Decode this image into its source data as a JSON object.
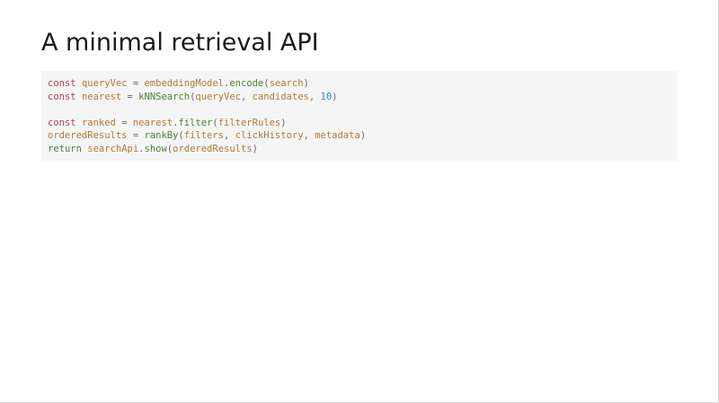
{
  "slide": {
    "title": "A minimal retrieval API"
  },
  "code": {
    "lines": [
      {
        "tokens": [
          {
            "t": "kw",
            "v": "const"
          },
          {
            "t": "pl",
            "v": " "
          },
          {
            "t": "id",
            "v": "queryVec"
          },
          {
            "t": "pl",
            "v": " = "
          },
          {
            "t": "id",
            "v": "embeddingModel"
          },
          {
            "t": "pl",
            "v": "."
          },
          {
            "t": "fn",
            "v": "encode"
          },
          {
            "t": "pl",
            "v": "("
          },
          {
            "t": "id",
            "v": "search"
          },
          {
            "t": "pl",
            "v": ")"
          }
        ]
      },
      {
        "tokens": [
          {
            "t": "kw",
            "v": "const"
          },
          {
            "t": "pl",
            "v": " "
          },
          {
            "t": "id",
            "v": "nearest"
          },
          {
            "t": "pl",
            "v": " = "
          },
          {
            "t": "fn",
            "v": "kNNSearch"
          },
          {
            "t": "pl",
            "v": "("
          },
          {
            "t": "id",
            "v": "queryVec"
          },
          {
            "t": "pl",
            "v": ", "
          },
          {
            "t": "id",
            "v": "candidates"
          },
          {
            "t": "pl",
            "v": ", "
          },
          {
            "t": "num",
            "v": "10"
          },
          {
            "t": "pl",
            "v": ")"
          }
        ]
      },
      {
        "tokens": []
      },
      {
        "tokens": [
          {
            "t": "kw",
            "v": "const"
          },
          {
            "t": "pl",
            "v": " "
          },
          {
            "t": "id",
            "v": "ranked"
          },
          {
            "t": "pl",
            "v": " = "
          },
          {
            "t": "id",
            "v": "nearest"
          },
          {
            "t": "pl",
            "v": "."
          },
          {
            "t": "fn",
            "v": "filter"
          },
          {
            "t": "pl",
            "v": "("
          },
          {
            "t": "id",
            "v": "filterRules"
          },
          {
            "t": "pl",
            "v": ")"
          }
        ]
      },
      {
        "tokens": [
          {
            "t": "id",
            "v": "orderedResults"
          },
          {
            "t": "pl",
            "v": " = "
          },
          {
            "t": "fn",
            "v": "rankBy"
          },
          {
            "t": "pl",
            "v": "("
          },
          {
            "t": "id",
            "v": "filters"
          },
          {
            "t": "pl",
            "v": ", "
          },
          {
            "t": "id",
            "v": "clickHistory"
          },
          {
            "t": "pl",
            "v": ", "
          },
          {
            "t": "id",
            "v": "metadata"
          },
          {
            "t": "pl",
            "v": ")"
          }
        ]
      },
      {
        "tokens": [
          {
            "t": "fn",
            "v": "return"
          },
          {
            "t": "pl",
            "v": " "
          },
          {
            "t": "id",
            "v": "searchApi"
          },
          {
            "t": "pl",
            "v": "."
          },
          {
            "t": "fn",
            "v": "show"
          },
          {
            "t": "pl",
            "v": "("
          },
          {
            "t": "id",
            "v": "orderedResults"
          },
          {
            "t": "pl",
            "v": ")"
          }
        ]
      }
    ]
  },
  "colors": {
    "keyword": "#a8455a",
    "identifier": "#b07a36",
    "function": "#4f7e37",
    "number": "#2f86b8",
    "punctuation": "#6a6a6a",
    "code_background": "#f5f5f5",
    "title": "#1a1a1a"
  }
}
